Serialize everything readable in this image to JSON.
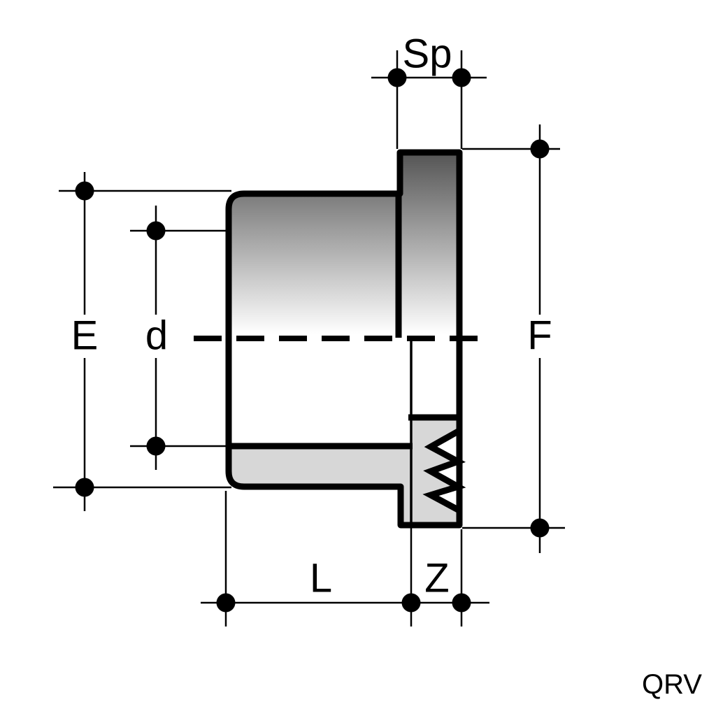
{
  "drawing": {
    "part_code": "QRV",
    "dimensions": {
      "sp": {
        "label": "Sp"
      },
      "e": {
        "label": "E"
      },
      "d": {
        "label": "d"
      },
      "f": {
        "label": "F"
      },
      "l": {
        "label": "L"
      },
      "z": {
        "label": "Z"
      }
    },
    "colors": {
      "background": "#ffffff",
      "line": "#000000",
      "shade_top": "#545454",
      "shade_bottom": "#ffffff",
      "pipe_section_fill": "#d7d7d7",
      "thread_cut_fill": "#ffffff"
    }
  }
}
